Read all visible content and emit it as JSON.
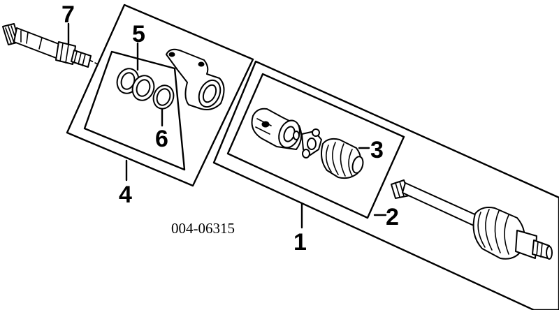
{
  "diagram": {
    "reference_code": "004-06315",
    "callouts": {
      "c1": "1",
      "c2": "2",
      "c3": "3",
      "c4": "4",
      "c5": "5",
      "c6": "6",
      "c7": "7"
    }
  }
}
